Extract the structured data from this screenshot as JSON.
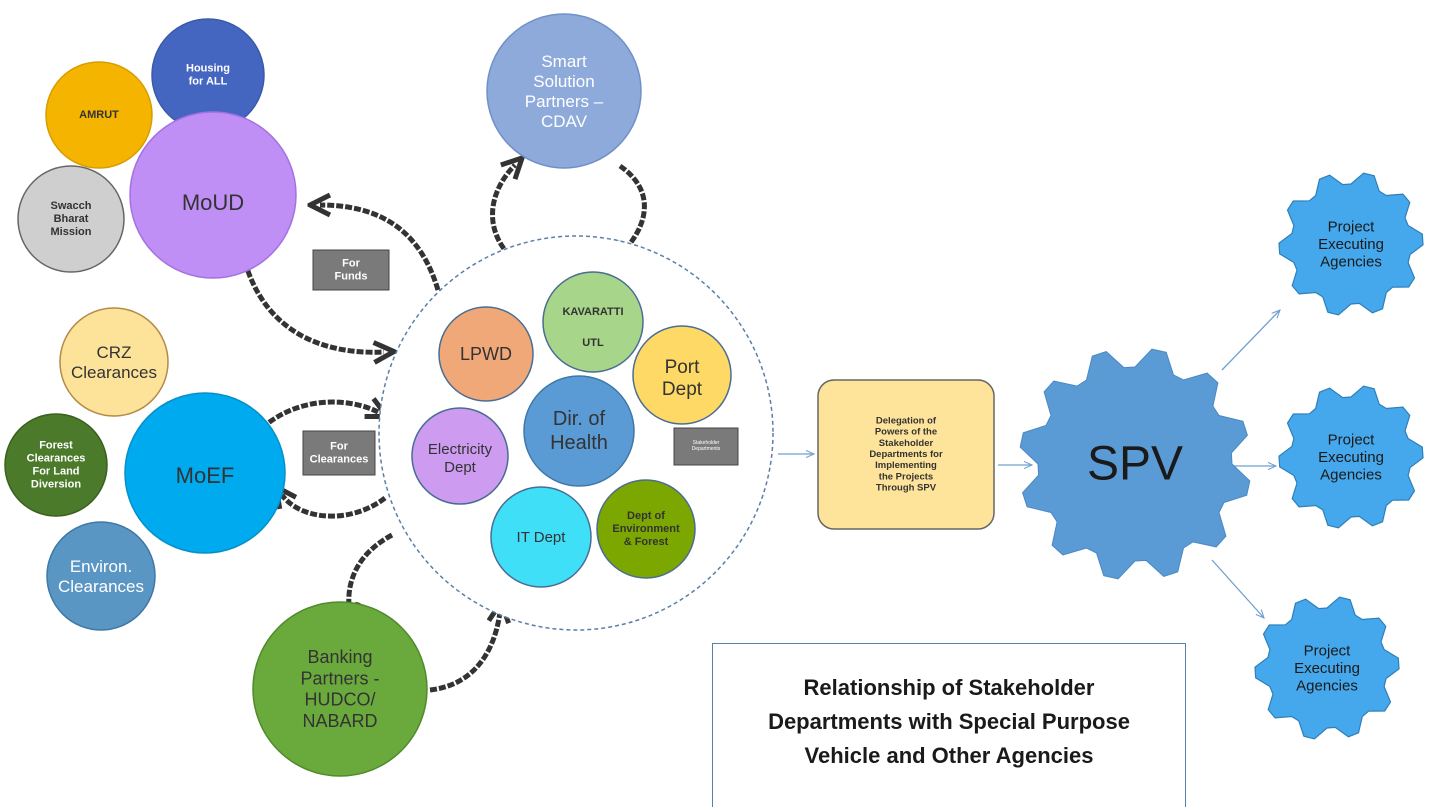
{
  "colors": {
    "moud": "#c08ff5",
    "housing": "#4466c0",
    "amrut": "#f4b400",
    "swacch": "#cfcfcf",
    "crz": "#fde39a",
    "moef": "#00aaee",
    "forest": "#4b7a2b",
    "environ": "#5a96c4",
    "smart": "#8eaadb",
    "banking": "#6aaa3c",
    "lpwd": "#f0a878",
    "kavaratti": "#a7d58a",
    "port": "#fed966",
    "health": "#5b9bd5",
    "electricity": "#cd9bf0",
    "it": "#3fdff7",
    "environment_forest": "#7ca700",
    "delegation": "#fee49a",
    "spv": "#5b9bd5",
    "gear": "#45a8ec",
    "arrow_dark": "#333333",
    "arrow_light": "#6fa0d0"
  },
  "left": {
    "housing": "Housing\nfor ALL",
    "amrut": "AMRUT",
    "moud": "MoUD",
    "swacch": "Swacch\nBharat\nMission",
    "crz": "CRZ\nClearances",
    "moef": "MoEF",
    "forest": "Forest\nClearances\nFor Land\nDiversion",
    "environ": "Environ.\nClearances"
  },
  "top": {
    "smart": "Smart\nSolution\nPartners –\nCDAV"
  },
  "bottom": {
    "banking": "Banking\nPartners -\nHUDCO/\nNABARD"
  },
  "labels": {
    "funds": "For\nFunds",
    "clearances": "For\nClearances",
    "stakeholder": "Stakeholder\nDepartments"
  },
  "center": {
    "lpwd": "LPWD",
    "kavaratti": "KAVARATTI",
    "utl": "UTL",
    "port": "Port\nDept",
    "health": "Dir. of\nHealth",
    "electricity": "Electricity\nDept",
    "it": "IT Dept",
    "environment_forest": "Dept of\nEnvironment\n& Forest"
  },
  "delegation": "Delegation of\nPowers of the\nStakeholder\nDepartments for\nImplementing\nthe Projects\nThrough SPV",
  "spv": "SPV",
  "agencies": [
    "Project\nExecuting\nAgencies",
    "Project\nExecuting\nAgencies",
    "Project\nExecuting\nAgencies"
  ],
  "caption": "Relationship of Stakeholder\nDepartments with Special Purpose\nVehicle and Other Agencies"
}
